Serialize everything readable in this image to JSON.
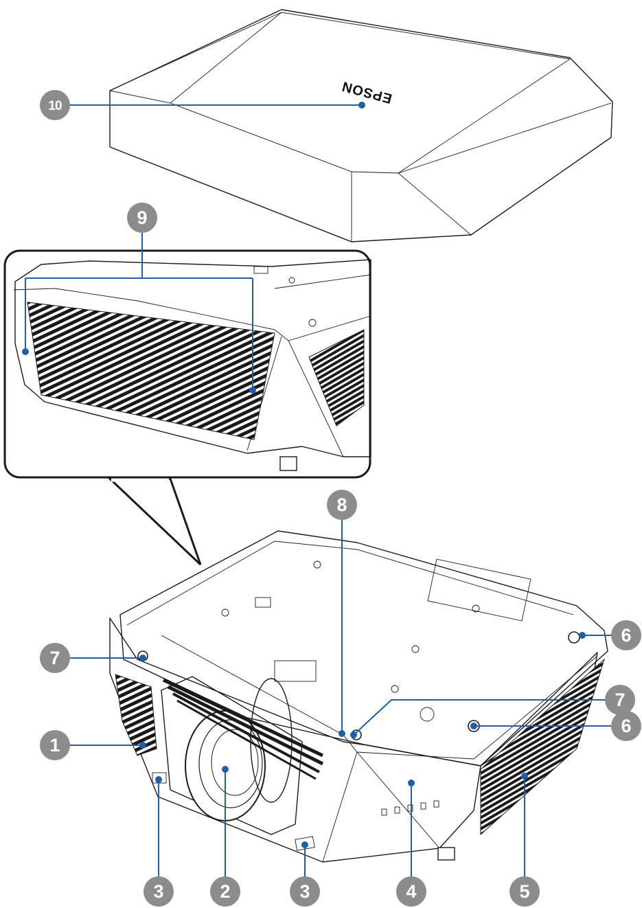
{
  "brand": "EPSON",
  "callouts": [
    {
      "id": "c1",
      "label": "1"
    },
    {
      "id": "c2",
      "label": "2"
    },
    {
      "id": "c3a",
      "label": "3"
    },
    {
      "id": "c3b",
      "label": "3"
    },
    {
      "id": "c4",
      "label": "4"
    },
    {
      "id": "c5",
      "label": "5"
    },
    {
      "id": "c6a",
      "label": "6"
    },
    {
      "id": "c6b",
      "label": "6"
    },
    {
      "id": "c7a",
      "label": "7"
    },
    {
      "id": "c7b",
      "label": "7"
    },
    {
      "id": "c8",
      "label": "8"
    },
    {
      "id": "c9",
      "label": "9"
    },
    {
      "id": "c10",
      "label": "10"
    }
  ],
  "colors": {
    "leader": "#1f5fa8",
    "badge": "#8c8c8c",
    "outline": "#1a1a1a"
  }
}
